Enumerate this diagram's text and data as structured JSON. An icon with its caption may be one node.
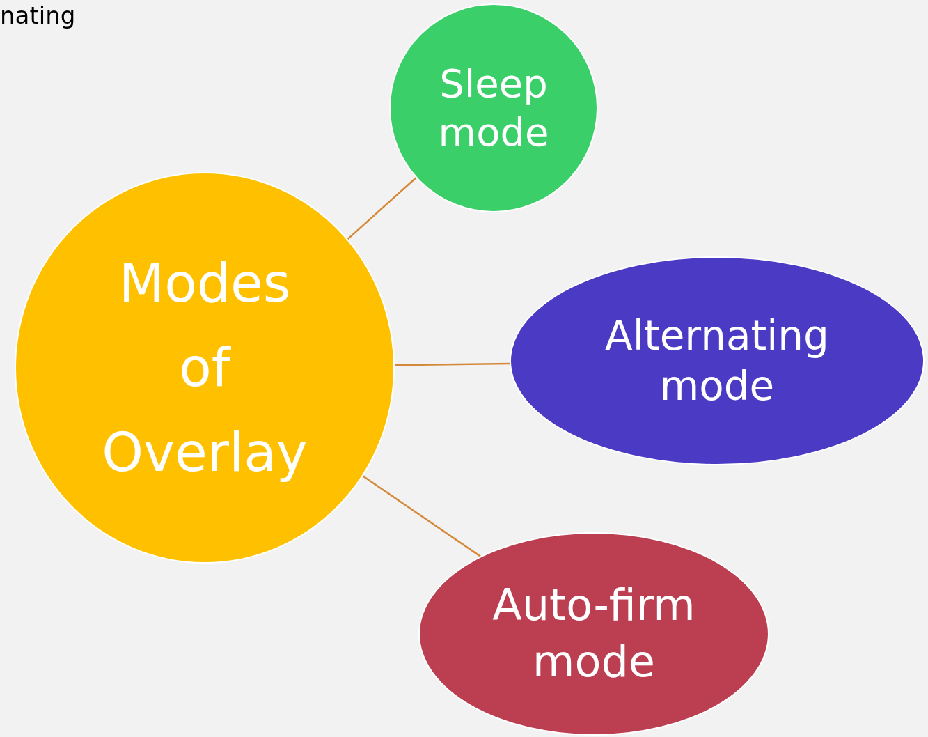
{
  "diagram": {
    "nodes": [
      {
        "text": [
          "Modes of Overlay"
        ]
      },
      {
        "text": [
          "Sleep mode"
        ]
      },
      {
        "text": [
          "Alternating mode"
        ]
      },
      {
        "text": [
          "Auto-firm mode"
        ]
      }
    ],
    "edges": [
      {
        "from": 0,
        "to": 1,
        "arrow": "none"
      },
      {
        "from": 0,
        "to": 2,
        "arrow": "none"
      },
      {
        "from": 0,
        "to": 3,
        "arrow": "none"
      }
    ],
    "labels": [
      "nating"
    ]
  }
}
